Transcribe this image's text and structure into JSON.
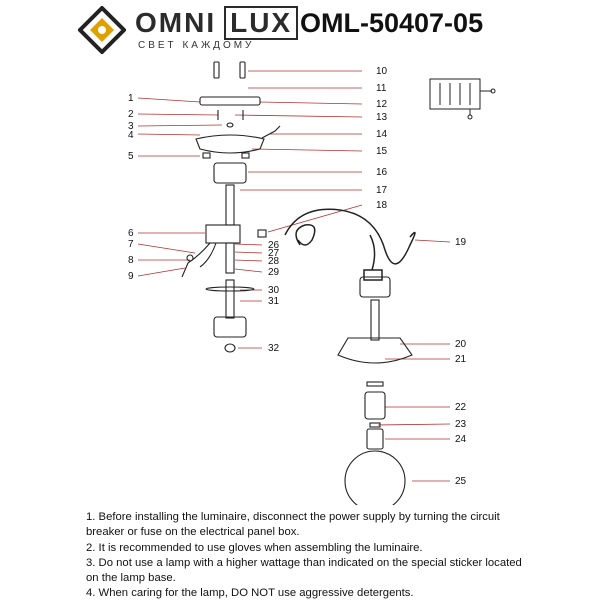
{
  "brand": {
    "name_part1": "OMNI",
    "name_part2": "LUX",
    "tagline": "СВЕТ КАЖДОМУ"
  },
  "model": "OML-50407-05",
  "callouts": {
    "left": [
      "1",
      "2",
      "3",
      "4",
      "5",
      "6",
      "7",
      "8",
      "9"
    ],
    "right": [
      "10",
      "11",
      "12",
      "13",
      "14",
      "15",
      "16",
      "17",
      "18",
      "19",
      "20",
      "21",
      "22",
      "23",
      "24",
      "25"
    ],
    "center": [
      "26",
      "27",
      "28",
      "29",
      "30",
      "31",
      "32"
    ]
  },
  "notes": [
    "1. Before installing the luminaire, disconnect the power supply by turning the circuit breaker or fuse on the electrical panel box.",
    "2. It is recommended to use gloves when assembling the luminaire.",
    "3. Do not use a lamp with a higher wattage than indicated on the special sticker located on the lamp base.",
    "4. When caring for the lamp, DO NOT use aggressive detergents."
  ],
  "colors": {
    "leader": "#b03030",
    "ink": "#222222",
    "accent": "#e0a000"
  }
}
